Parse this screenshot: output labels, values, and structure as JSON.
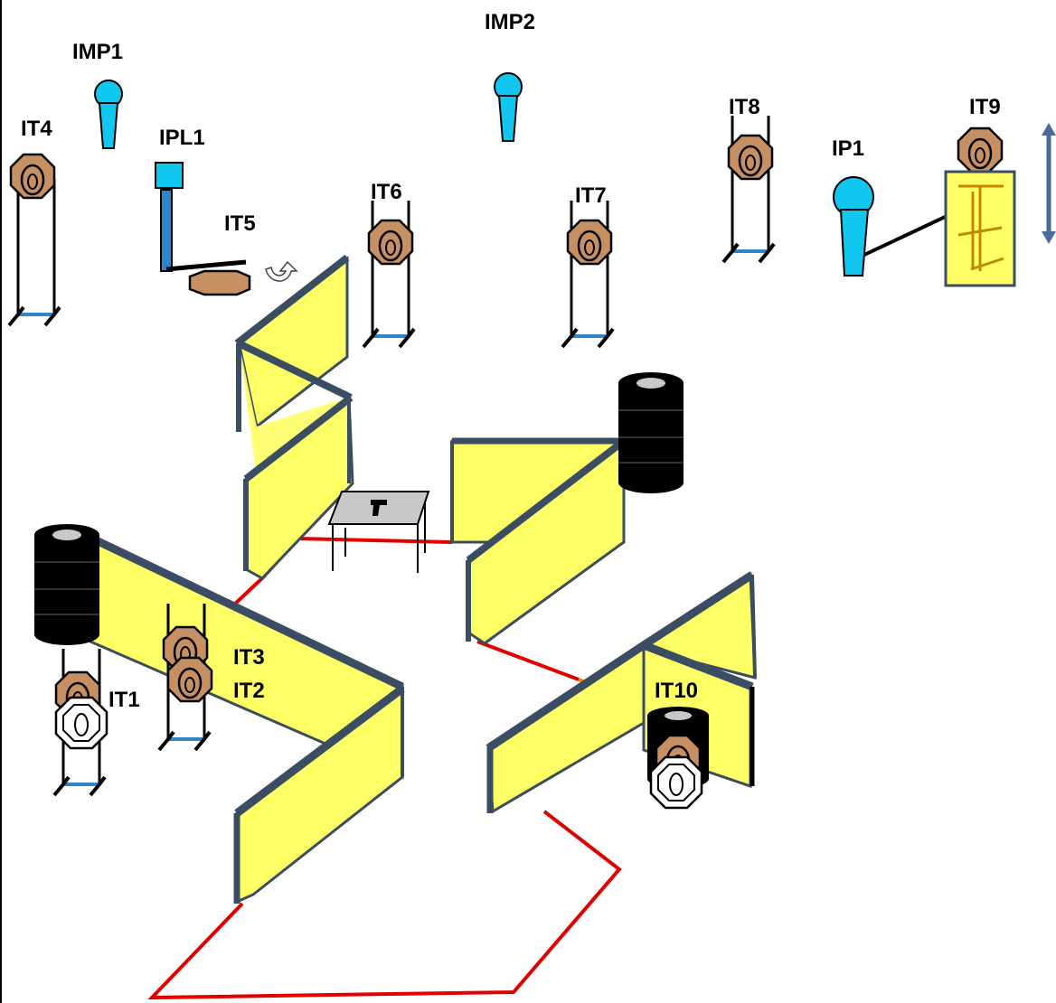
{
  "labels": {
    "imp1": "IMP1",
    "imp2": "IMP2",
    "it4": "IT4",
    "ipl1": "IPL1",
    "it5": "IT5",
    "it6": "IT6",
    "it7": "IT7",
    "it8": "IT8",
    "ip1": "IP1",
    "it9": "IT9",
    "it3": "IT3",
    "it2": "IT2",
    "it1": "IT1",
    "it10": "IT10"
  },
  "colors": {
    "wall_face": "#ffff66",
    "wall_edge": "#3b4d63",
    "fault_line": "#e00000",
    "fault_line_hidden": "#ff8800",
    "target_brown": "#c69063",
    "target_white": "#ffffff",
    "popper_blue": "#11c7f0",
    "stand_blue": "#2e86c9",
    "barrel_black": "#000000",
    "table_top": "#c8c8c8"
  },
  "icons": {
    "paper_target": "octagon-target-icon",
    "no_shoot_target": "white-octagon-target-icon",
    "popper": "popper-icon",
    "pistol": "pistol-icon",
    "rotation_arrow": "rotate-arrow-icon",
    "vertical_motion_arrow": "double-arrow-icon"
  }
}
